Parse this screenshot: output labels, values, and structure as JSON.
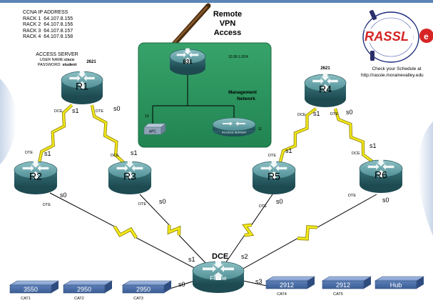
{
  "ccna": {
    "title": "CCNA IP ADDRESS",
    "racks": [
      {
        "label": "RACK 1",
        "ip": "64.107.8.155"
      },
      {
        "label": "RACK 2",
        "ip": "64.107.8.156"
      },
      {
        "label": "RACK 3",
        "ip": "64.107.8.157"
      },
      {
        "label": "RACK 4",
        "ip": "64.107.8.158"
      }
    ]
  },
  "access_server": {
    "title": "ACCESS SERVER",
    "username_label": "USER NAME:",
    "username": "cisco",
    "password_label": "PASSWORD:",
    "password": "student"
  },
  "vpn": {
    "line1": "Remote",
    "line2": "VPN",
    "line3": "Access"
  },
  "network_box": {
    "subnet": "10.99.1.0/24",
    "mgmt_line1": "Management",
    "mgmt_line2": "Network",
    "router_831": "831",
    "apc_label": "APC",
    "apc_port": "13",
    "access_server_label": "ACCESS SERVER",
    "access_server_port": "11"
  },
  "rassl": {
    "logo": "RASSL",
    "schedule_line1": "Check your Schedule at",
    "schedule_line2": "http://rassle.morainevalley.edu"
  },
  "routers": {
    "r1": {
      "name": "R1",
      "model": "2621"
    },
    "r2": {
      "name": "R2"
    },
    "r3": {
      "name": "R3"
    },
    "r4": {
      "name": "R4",
      "model": "2621"
    },
    "r5": {
      "name": "R5"
    },
    "r6": {
      "name": "R6"
    },
    "frame": {
      "name": "Frame"
    }
  },
  "links": {
    "r1_r2": {
      "dce": "DCE",
      "r1_port": "s1",
      "dte": "DTE",
      "r2_port": "s1"
    },
    "r1_r3": {
      "dte_top": "DTE",
      "r1_port": "s0",
      "dce": "DCE",
      "r3_port": "s1"
    },
    "r4_r5": {
      "dce": "DCE",
      "r4_port": "s1",
      "dte": "DTE",
      "r5_port": "s1"
    },
    "r4_r6": {
      "dte_top": "DTE",
      "r4_port": "s0",
      "dce": "DCE",
      "r6_port": "s1"
    },
    "r2_frame": {
      "port": "s0",
      "dte": "DTE"
    },
    "r3_frame": {
      "port": "s0",
      "dte": "DTE"
    },
    "r5_frame": {
      "port": "s0",
      "dte": "DTE"
    },
    "r6_frame": {
      "port": "s0",
      "dte": "DTE"
    },
    "frame": {
      "dce": "DCE",
      "s0": "s0",
      "s1": "s1",
      "s2": "s2",
      "s3": "s3"
    }
  },
  "switches": [
    {
      "label": "3550",
      "sub": "CAT1"
    },
    {
      "label": "2950",
      "sub": "CAT2"
    },
    {
      "label": "2950",
      "sub": "CAT3"
    },
    {
      "label": "2912",
      "sub": "CAT4"
    },
    {
      "label": "2912",
      "sub": "CAT5"
    },
    {
      "label": "Hub",
      "sub": ""
    }
  ],
  "colors": {
    "network_bg": "#2f9a62",
    "router_body": "#3f7e86",
    "router_top": "#6ea8ad",
    "switch_body": "#5c7fb6",
    "serial_link": "#f2ea1a",
    "frame_link": "#f2ea1a",
    "logo_red": "#d62424"
  }
}
